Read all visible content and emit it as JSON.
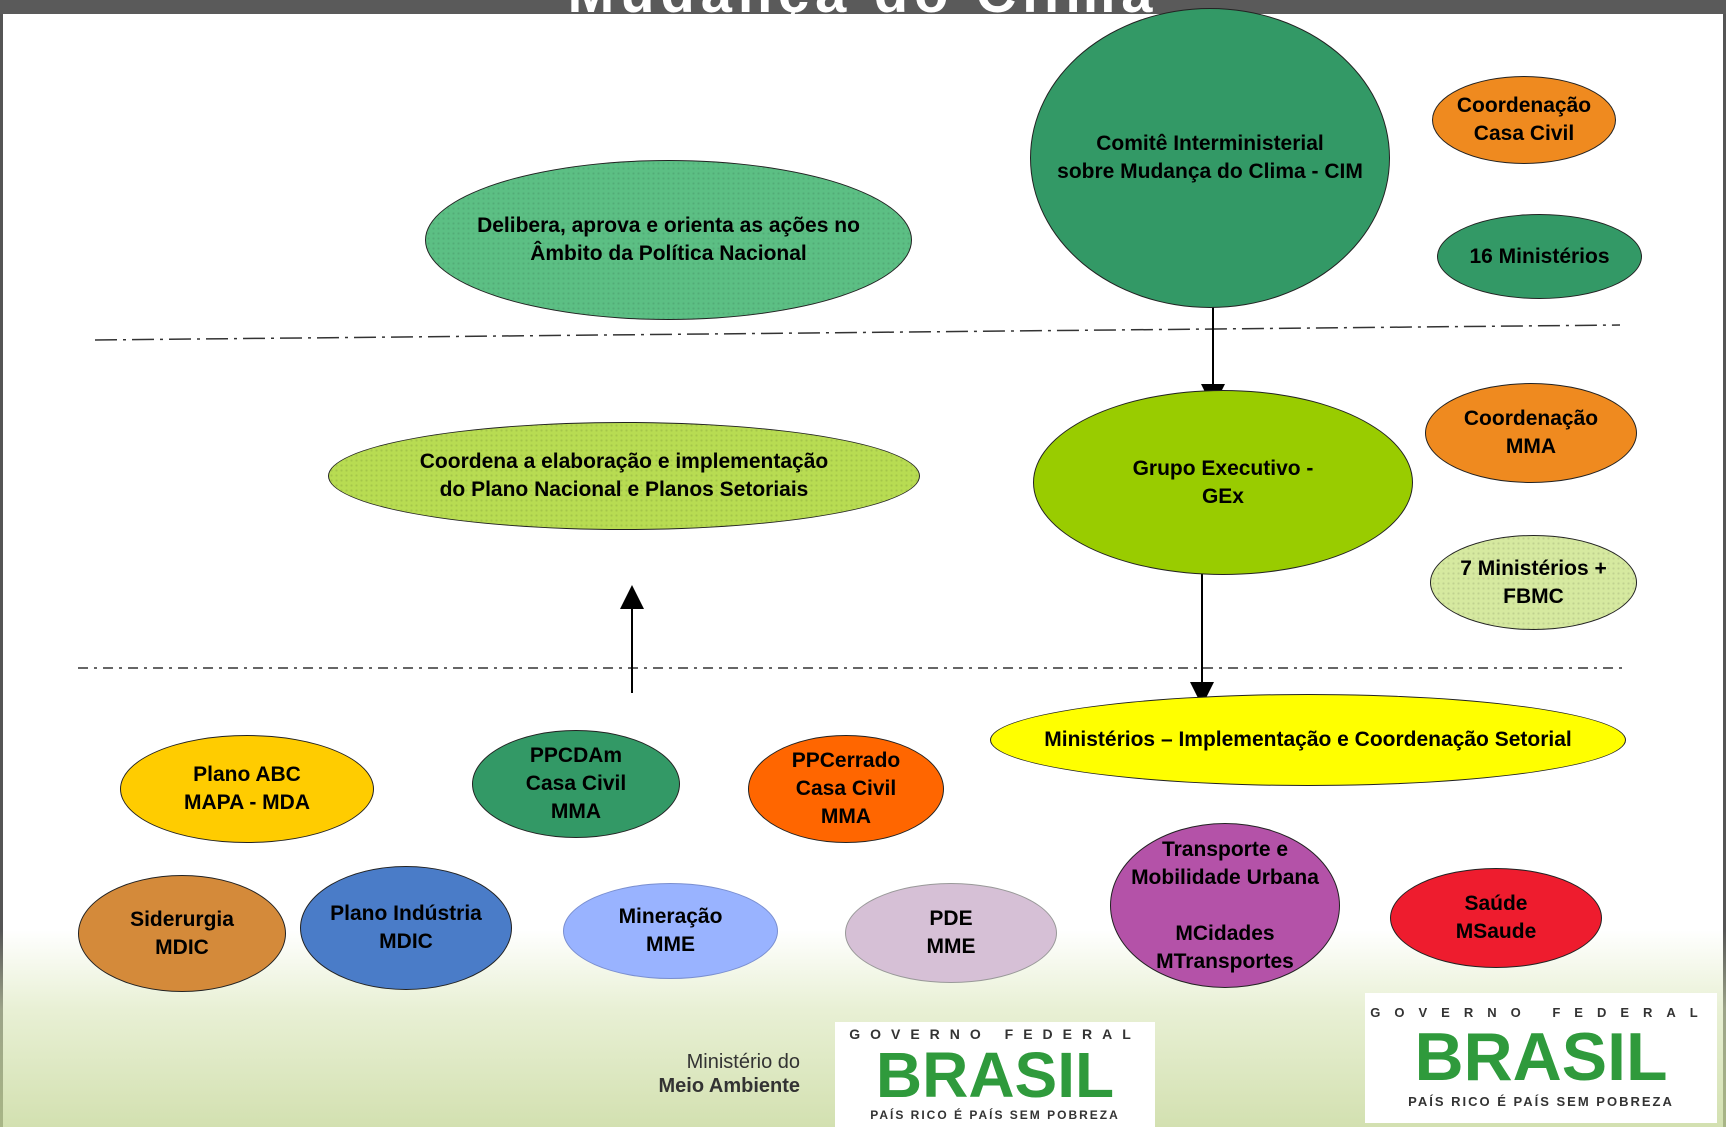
{
  "title": "Mudança do Clima",
  "upper": {
    "cim": "Comitê Interministerial\nsobre Mudança do Clima - CIM",
    "description": "Delibera, aprova e orienta as ações no\nÂmbito da Política Nacional",
    "coordination": "Coordenação\nCasa Civil",
    "members": "16 Ministérios"
  },
  "middle": {
    "gex": "Grupo Executivo -\nGEx",
    "description": "Coordena a elaboração e implementação\ndo Plano Nacional e Planos Setoriais",
    "coordination": "Coordenação\nMMA",
    "members": "7 Ministérios +\nFBMC"
  },
  "lower": {
    "ministries": "Ministérios – Implementação e Coordenação Setorial",
    "plans": {
      "abc": "Plano ABC\nMAPA - MDA",
      "ppcdam": "PPCDAm\nCasa Civil\nMMA",
      "ppcerrado": "PPCerrado\nCasa Civil\nMMA",
      "transporte": "Transporte e\nMobilidade Urbana\n\nMCidades\nMTransportes",
      "siderurgia": "Siderurgia\nMDIC",
      "industria": "Plano Indústria\nMDIC",
      "mineracao": "Mineração\nMME",
      "pde": "PDE\nMME",
      "saude": "Saúde\nMSaude"
    }
  },
  "footer": {
    "mma_line1": "Ministério do",
    "mma_line2": "Meio Ambiente",
    "gov_label": "GOVERNO FEDERAL",
    "brasil_word": "BRASIL",
    "tagline": "PAÍS RICO É PAÍS SEM POBREZA"
  },
  "colors": {
    "dark_green": "#339966",
    "lime": "#99cc00",
    "light_lime": "#d6e9a0",
    "orange": "#ef8a1f",
    "red_orange": "#ff6600",
    "yellow_plan": "#ffcc00",
    "yellow_band": "#ffff00",
    "brown": "#d48a3a",
    "blue": "#4a7cc8",
    "light_blue": "#99b3ff",
    "lilac": "#d6c0d6",
    "purple": "#b452a8",
    "red": "#ee1c2e"
  }
}
